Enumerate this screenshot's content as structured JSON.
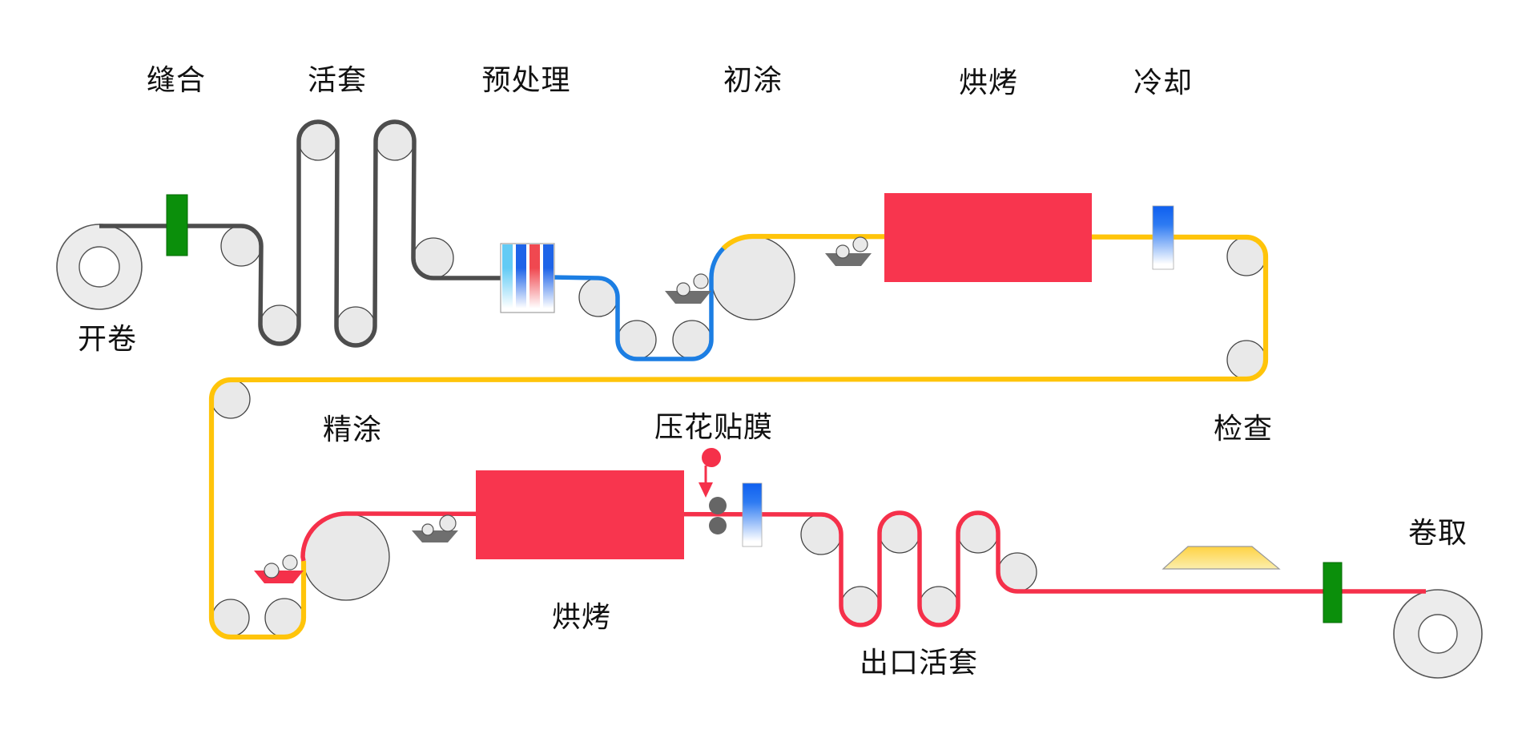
{
  "diagram": {
    "type": "process-flow",
    "stations": [
      {
        "id": "uncoiler",
        "label": "开卷"
      },
      {
        "id": "stitcher",
        "label": "缝合"
      },
      {
        "id": "entry-looper",
        "label": "活套"
      },
      {
        "id": "pretreatment",
        "label": "预处理"
      },
      {
        "id": "prime-coater",
        "label": "初涂"
      },
      {
        "id": "oven-top",
        "label": "烘烤"
      },
      {
        "id": "cooling",
        "label": "冷却"
      },
      {
        "id": "inspection",
        "label": "检查"
      },
      {
        "id": "finish-coater",
        "label": "精涂"
      },
      {
        "id": "oven-bottom",
        "label": "烘烤"
      },
      {
        "id": "laminator",
        "label": "压花贴膜"
      },
      {
        "id": "exit-looper",
        "label": "出口活套"
      },
      {
        "id": "recoiler",
        "label": "卷取"
      }
    ],
    "colors": {
      "strip_entry": "#4D4D4D",
      "strip_pretreated": "#1C7EE3",
      "strip_primed": "#FFC40A",
      "strip_finished": "#F5304A",
      "oven": "#F8354E",
      "stitcher_green": "#0B8F0B",
      "roller_fill": "#E9E9E9",
      "roller_stroke": "#444444",
      "pan_gray": "#6F6F6F",
      "cool_blue": "#0E5FF0",
      "pretreat_lightblue": "#63CBF5",
      "pretreat_blue": "#1E64E8",
      "pretreat_red": "#F04850",
      "table_yellow": "#FFD243",
      "label_color": "#111111"
    }
  }
}
